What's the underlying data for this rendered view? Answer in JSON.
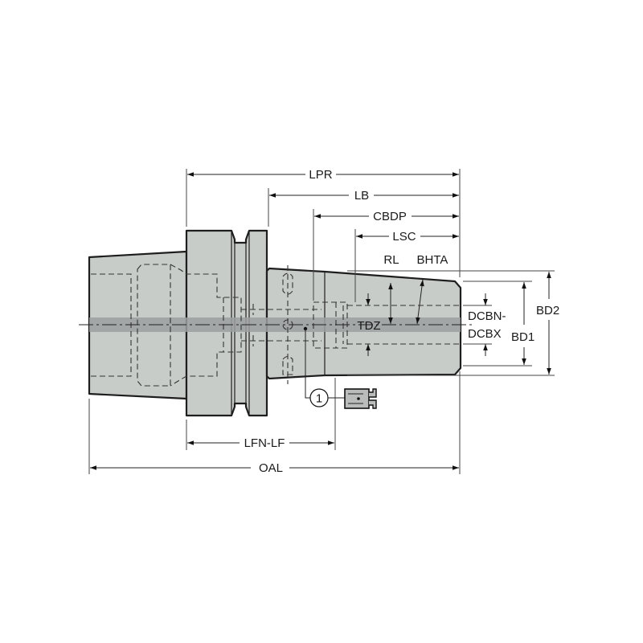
{
  "diagram": {
    "type": "technical-drawing",
    "subject": "tool holder side view",
    "colors": {
      "body_fill": "#c8ccc9",
      "outline": "#1e1e1e",
      "bore_band": "#9c9fa0",
      "background": "#ffffff"
    },
    "dimensions": {
      "lpr": "LPR",
      "lb": "LB",
      "cbdp": "CBDP",
      "lsc": "LSC",
      "rl": "RL",
      "bhta": "BHTA",
      "tdz": "TDZ",
      "dcbn": "DCBN-",
      "dcbx": "DCBX",
      "bd1": "BD1",
      "bd2": "BD2",
      "lfn_lf": "LFN-LF",
      "oal": "OAL"
    },
    "callout": {
      "number": "1",
      "item": "set-screw-part"
    }
  }
}
